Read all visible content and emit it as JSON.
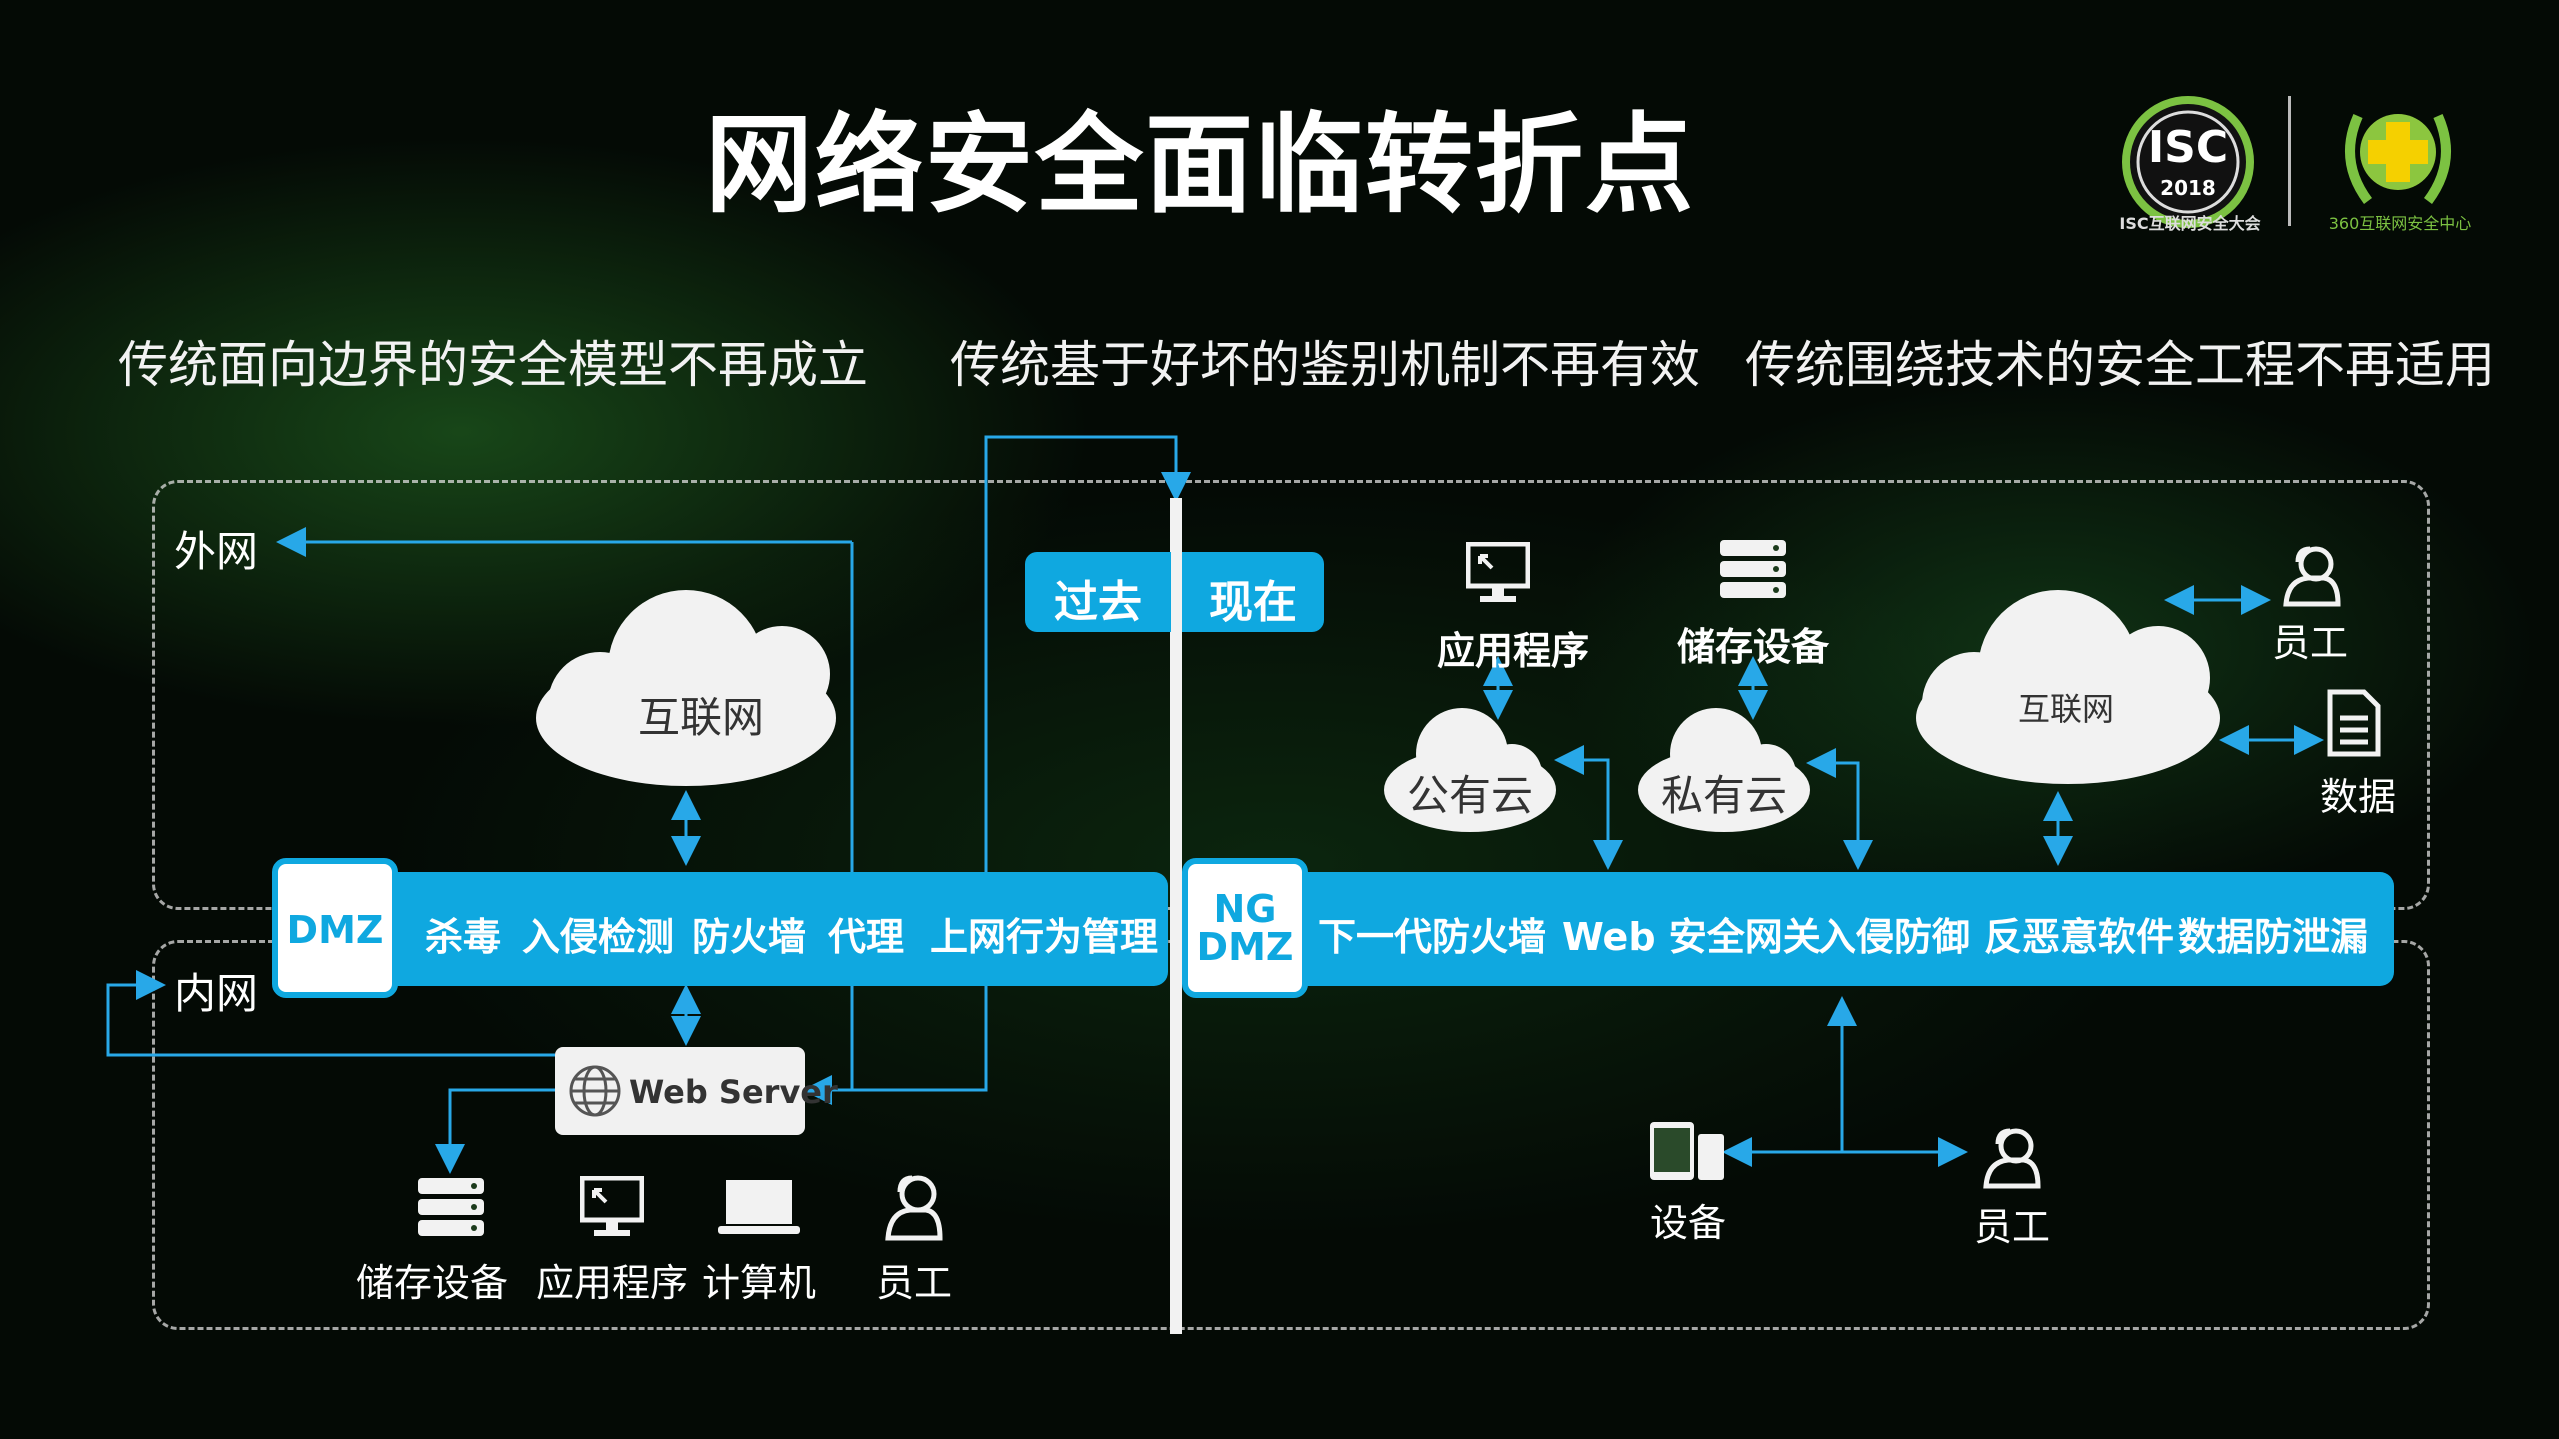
{
  "title": "网络安全面临转折点",
  "subtitles": [
    "传统面向边界的安全模型不再成立",
    "传统基于好坏的鉴别机制不再有效",
    "传统围绕技术的安全工程不再适用"
  ],
  "logos": {
    "isc_badge": "ISC",
    "isc_year": "2018",
    "isc_caption": "ISC互联网安全大会",
    "center_caption": "360互联网安全中心"
  },
  "toggle": {
    "past": "过去",
    "now": "现在"
  },
  "left": {
    "outer_net": "外网",
    "inner_net": "内网",
    "cloud": "互联网",
    "dmz_badge": "DMZ",
    "dmz_items": [
      "杀毒",
      "入侵检测",
      "防火墙",
      "代理",
      "上网行为管理"
    ],
    "web_server": "Web Server",
    "devices": [
      "储存设备",
      "应用程序",
      "计算机",
      "员工"
    ]
  },
  "right": {
    "top_icons": [
      "应用程序",
      "储存设备"
    ],
    "public_cloud": "公有云",
    "private_cloud": "私有云",
    "internet_cloud": "互联网",
    "side_icons": [
      "员工",
      "数据"
    ],
    "ngdmz_badge_line1": "NG",
    "ngdmz_badge_line2": "DMZ",
    "ngdmz_items": [
      "下一代防火墙",
      "Web 安全网关",
      "入侵防御",
      "反恶意软件",
      "数据防泄漏"
    ],
    "bottom_icons": [
      "设备",
      "员工"
    ]
  },
  "colors": {
    "accent": "#0fa8e0",
    "bg": "#040a05",
    "line": "#28a8e8"
  }
}
